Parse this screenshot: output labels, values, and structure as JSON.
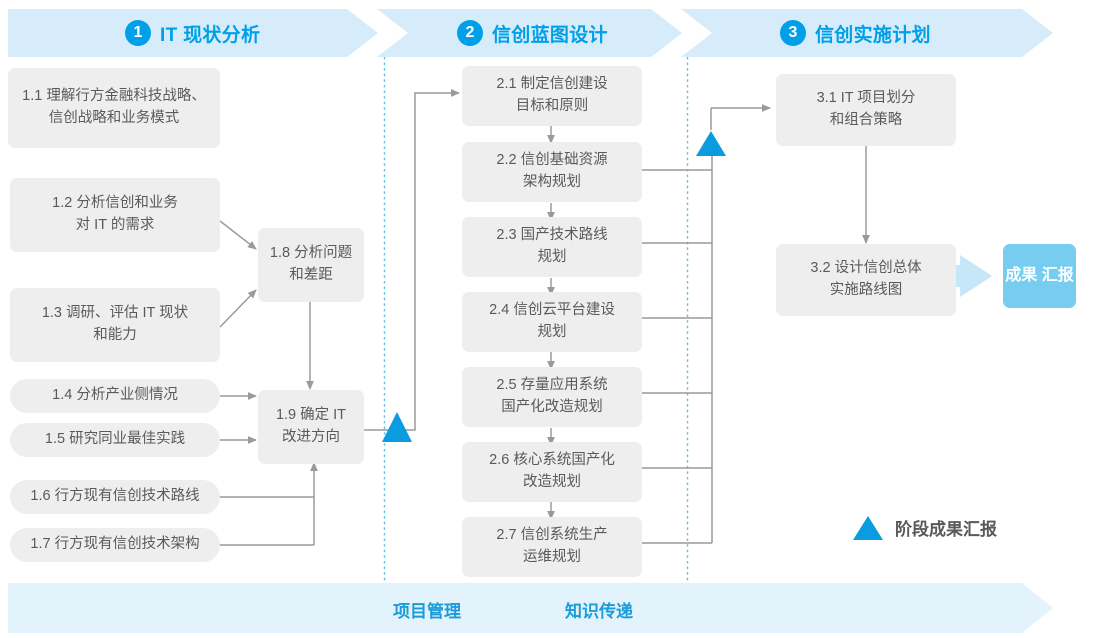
{
  "phases": [
    {
      "num": "1",
      "title": "IT 现状分析"
    },
    {
      "num": "2",
      "title": "信创蓝图设计"
    },
    {
      "num": "3",
      "title": "信创实施计划"
    }
  ],
  "colors": {
    "accent": "#00a0e9",
    "band": "#d6ecfa",
    "footer_band": "#e3f3fb",
    "box": "#eeeeee",
    "box_text": "#5a5a5a",
    "badge": "#76cdf0",
    "badge_arrow": "#c5e7f7",
    "connector": "#9a9a9a",
    "dotted": "#5ac0e8",
    "milestone": "#0b9cdf"
  },
  "phase1_tasks": [
    {
      "id": "1.1",
      "lines": [
        "1.1 理解行方金融科技战略、",
        "信创战略和业务模式"
      ]
    },
    {
      "id": "1.2",
      "lines": [
        "1.2 分析信创和业务",
        "对 IT 的需求"
      ]
    },
    {
      "id": "1.3",
      "lines": [
        "1.3 调研、评估 IT 现状",
        "和能力"
      ]
    },
    {
      "id": "1.4",
      "lines": [
        "1.4 分析产业侧情况"
      ]
    },
    {
      "id": "1.5",
      "lines": [
        "1.5 研究同业最佳实践"
      ]
    },
    {
      "id": "1.6",
      "lines": [
        "1.6 行方现有信创技术路线"
      ]
    },
    {
      "id": "1.7",
      "lines": [
        "1.7 行方现有信创技术架构"
      ]
    },
    {
      "id": "1.8",
      "lines": [
        "1.8 分析问题",
        "和差距"
      ]
    },
    {
      "id": "1.9",
      "lines": [
        "1.9 确定 IT",
        "改进方向"
      ]
    }
  ],
  "phase2_tasks": [
    {
      "id": "2.1",
      "lines": [
        "2.1 制定信创建设",
        "目标和原则"
      ]
    },
    {
      "id": "2.2",
      "lines": [
        "2.2 信创基础资源",
        "架构规划"
      ]
    },
    {
      "id": "2.3",
      "lines": [
        "2.3 国产技术路线",
        "规划"
      ]
    },
    {
      "id": "2.4",
      "lines": [
        "2.4 信创云平台建设",
        "规划"
      ]
    },
    {
      "id": "2.5",
      "lines": [
        "2.5 存量应用系统",
        "国产化改造规划"
      ]
    },
    {
      "id": "2.6",
      "lines": [
        "2.6 核心系统国产化",
        "改造规划"
      ]
    },
    {
      "id": "2.7",
      "lines": [
        "2.7 信创系统生产",
        "运维规划"
      ]
    }
  ],
  "phase3_tasks": [
    {
      "id": "3.1",
      "lines": [
        "3.1 IT 项目划分",
        "和组合策略"
      ]
    },
    {
      "id": "3.2",
      "lines": [
        "3.2 设计信创总体",
        "实施路线图"
      ]
    }
  ],
  "result_badge": {
    "lines": [
      "成果",
      "汇报"
    ]
  },
  "legend": {
    "label": "阶段成果汇报",
    "marker": "triangle-up"
  },
  "footer": {
    "labels": [
      "项目管理",
      "知识传递"
    ]
  }
}
